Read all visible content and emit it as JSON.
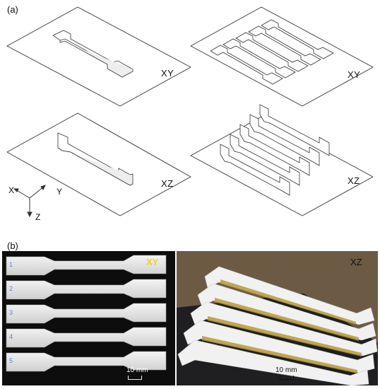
{
  "panel_a": {
    "label": "(a)",
    "planes": {
      "top_left": "XY",
      "top_right": "XY",
      "bottom_left": "XZ",
      "bottom_right": "XZ"
    },
    "axes": {
      "x": "X",
      "y": "Y",
      "z": "Z"
    }
  },
  "panel_b": {
    "label": "(b)",
    "left_photo": {
      "label": "XY",
      "scale": "10 mm",
      "label_color": "#f2d21a"
    },
    "right_photo": {
      "label": "XZ",
      "scale": "10 mm"
    }
  }
}
